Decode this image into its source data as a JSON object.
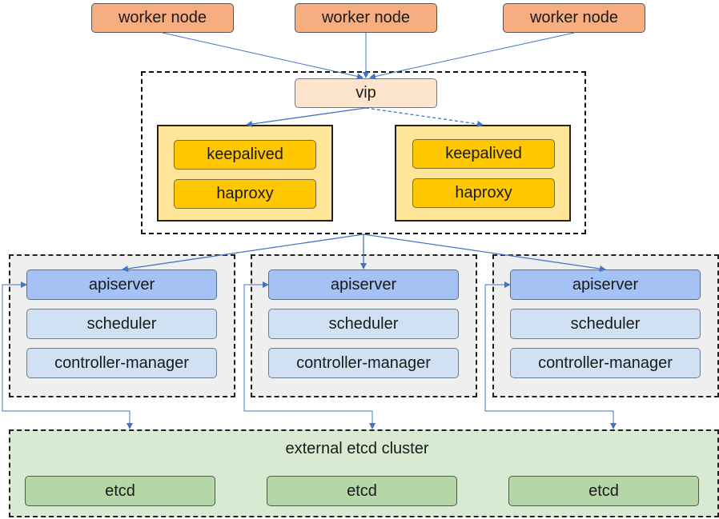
{
  "workers": [
    "worker node",
    "worker node",
    "worker node"
  ],
  "vip": "vip",
  "lb_nodes": [
    {
      "keepalived": "keepalived",
      "haproxy": "haproxy"
    },
    {
      "keepalived": "keepalived",
      "haproxy": "haproxy"
    }
  ],
  "masters": [
    {
      "apiserver": "apiserver",
      "scheduler": "scheduler",
      "controller_manager": "controller-manager"
    },
    {
      "apiserver": "apiserver",
      "scheduler": "scheduler",
      "controller_manager": "controller-manager"
    },
    {
      "apiserver": "apiserver",
      "scheduler": "scheduler",
      "controller_manager": "controller-manager"
    }
  ],
  "etcd_cluster": {
    "title": "external etcd cluster",
    "nodes": [
      "etcd",
      "etcd",
      "etcd"
    ]
  },
  "colors": {
    "worker": "#f6ad80",
    "vip": "#fde4cc",
    "lb_group": "#fee599",
    "keepalived": "#ffc700",
    "apiserver": "#a4c3f4",
    "scheduler": "#cfe1f3",
    "master_bg": "#efefef",
    "etcd_cluster": "#d9ead3",
    "etcd": "#b5d6a7",
    "arrow": "#4472c4"
  }
}
